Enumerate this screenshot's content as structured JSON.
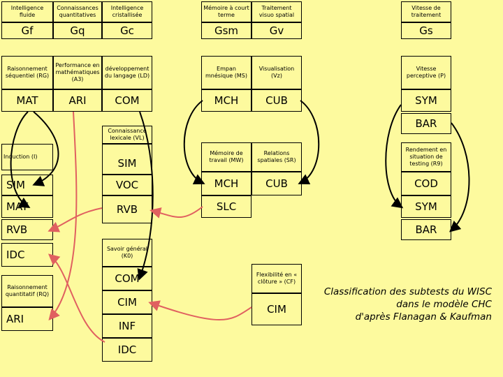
{
  "top": {
    "c1": "Intelligence fluide",
    "c2": "Connaissances quantitatives",
    "c3": "Intelligence cristallisée",
    "c4": "Mémoire à court terme",
    "c5": "Traitement visuo spatial",
    "c6": "Vitesse de traitement"
  },
  "codes": {
    "c1": "Gf",
    "c2": "Gq",
    "c3": "Gc",
    "c4": "Gsm",
    "c5": "Gv",
    "c6": "Gs"
  },
  "abilities": {
    "rg": "Raisonnement séquentiel (RG)",
    "a3": "Performance en mathématiques (A3)",
    "ld": "développement du langage (LD)",
    "ms": "Empan mnésique (MS)",
    "vz": "Visualisation (Vz)",
    "p": "Vitesse perceptive (P)"
  },
  "row3": {
    "c1": "MAT",
    "c2": "ARI",
    "c3": "COM",
    "c4": "MCH",
    "c5": "CUB",
    "c6": "SYM"
  },
  "bar1": "BAR",
  "vl": "Connaissance lexicale (VL)",
  "induction": "Induction (I)",
  "sim_mid": "SIM",
  "mw": "Mémoire de travail (MW)",
  "sr": "Relations spatiales (SR)",
  "r9": "Rendement en situation de testing (R9)",
  "left": {
    "sim": "SIM",
    "mat": "MAT",
    "rvb": "RVB",
    "idc": "IDC",
    "rq": "Raisonnement quantitatif (RQ)",
    "ari": "ARI"
  },
  "mid": {
    "voc": "VOC",
    "rvb": "RVB",
    "k0": "Savoir général (K0)",
    "com": "COM",
    "cim": "CIM",
    "inf": "INF",
    "idc": "IDC"
  },
  "col4": {
    "mch": "MCH",
    "slc": "SLC",
    "cf": "Flexibilité en « clôture » (CF)",
    "cim": "CIM"
  },
  "col5": {
    "cub": "CUB"
  },
  "col6": {
    "cod": "COD",
    "sym": "SYM",
    "bar": "BAR"
  },
  "caption": {
    "l1": "Classification des subtests du WISC",
    "l2": "dans le modèle CHC",
    "l3": "d'après Flanagan & Kaufman"
  },
  "colors": {
    "background": "#fdfa9e",
    "arrow_black": "#000000",
    "arrow_red": "#e06060"
  }
}
